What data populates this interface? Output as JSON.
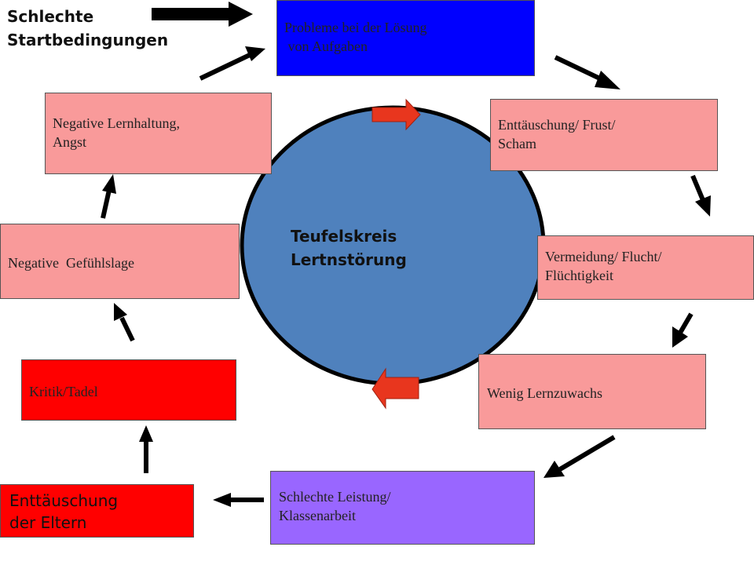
{
  "start_label": "Schlechte\nStartbedingungen",
  "center_label": "Teufelskreis\nLertnstörung",
  "boxes": {
    "probleme": "Probleme bei der Lösung\n von Aufgaben",
    "enttaeuschung": "Enttäuschung/ Frust/\nScham",
    "vermeidung": "Vermeidung/ Flucht/\nFlüchtigkeit",
    "lernzuwachs": "Wenig Lernzuwachs",
    "leistung": "Schlechte Leistung/\nKlassenarbeit",
    "eltern": "Enttäuschung\nder Eltern",
    "kritik": "Kritik/Tadel",
    "gefuehlslage": "Negative  Gefühlslage",
    "lernhaltung": "Negative Lernhaltung,\nAngst"
  },
  "colors": {
    "pink": "#f99a9a",
    "red": "#ff0000",
    "blue": "#0000ff",
    "purple": "#9966ff",
    "circle": "#4f81bd",
    "arrow_red": "#e8361e"
  }
}
